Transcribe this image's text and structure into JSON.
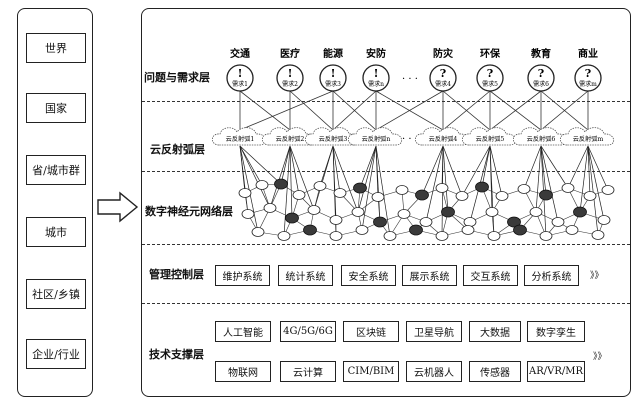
{
  "levels": [
    "世界",
    "国家",
    "省/城市群",
    "城市",
    "社区/乡镇",
    "企业/行业"
  ],
  "layers": {
    "demand": "问题与需求层",
    "cloud": "云反射弧层",
    "neural": "数字神经元网络层",
    "management": "管理控制层",
    "tech": "技术支撑层"
  },
  "demand_items": [
    {
      "domain": "交通",
      "symbol": "!",
      "label": "需求1"
    },
    {
      "domain": "医疗",
      "symbol": "!",
      "label": "需求2"
    },
    {
      "domain": "能源",
      "symbol": "!",
      "label": "需求3"
    },
    {
      "domain": "安防",
      "symbol": "!",
      "label": "需求n"
    },
    {
      "domain": "防灾",
      "symbol": "?",
      "label": "需求4"
    },
    {
      "domain": "环保",
      "symbol": "?",
      "label": "需求5"
    },
    {
      "domain": "教育",
      "symbol": "?",
      "label": "需求6"
    },
    {
      "domain": "商业",
      "symbol": "?",
      "label": "需求m"
    }
  ],
  "clouds": [
    "云反射弧1",
    "云反射弧2",
    "云反射弧3",
    "云反射弧n",
    "云反射弧4",
    "云反射弧5",
    "云反射弧6",
    "云反射弧m"
  ],
  "ellipsis": "· · ·",
  "management": [
    "维护系统",
    "统计系统",
    "安全系统",
    "展示系统",
    "交互系统",
    "分析系统"
  ],
  "tech_row1": [
    "人工智能",
    "4G/5G/6G",
    "区块链",
    "卫星导航",
    "大数据",
    "数字孪生"
  ],
  "tech_row2": [
    "物联网",
    "云计算",
    "CIM/BIM",
    "云机器人",
    "传感器",
    "AR/VR/MR"
  ],
  "more": "》》"
}
